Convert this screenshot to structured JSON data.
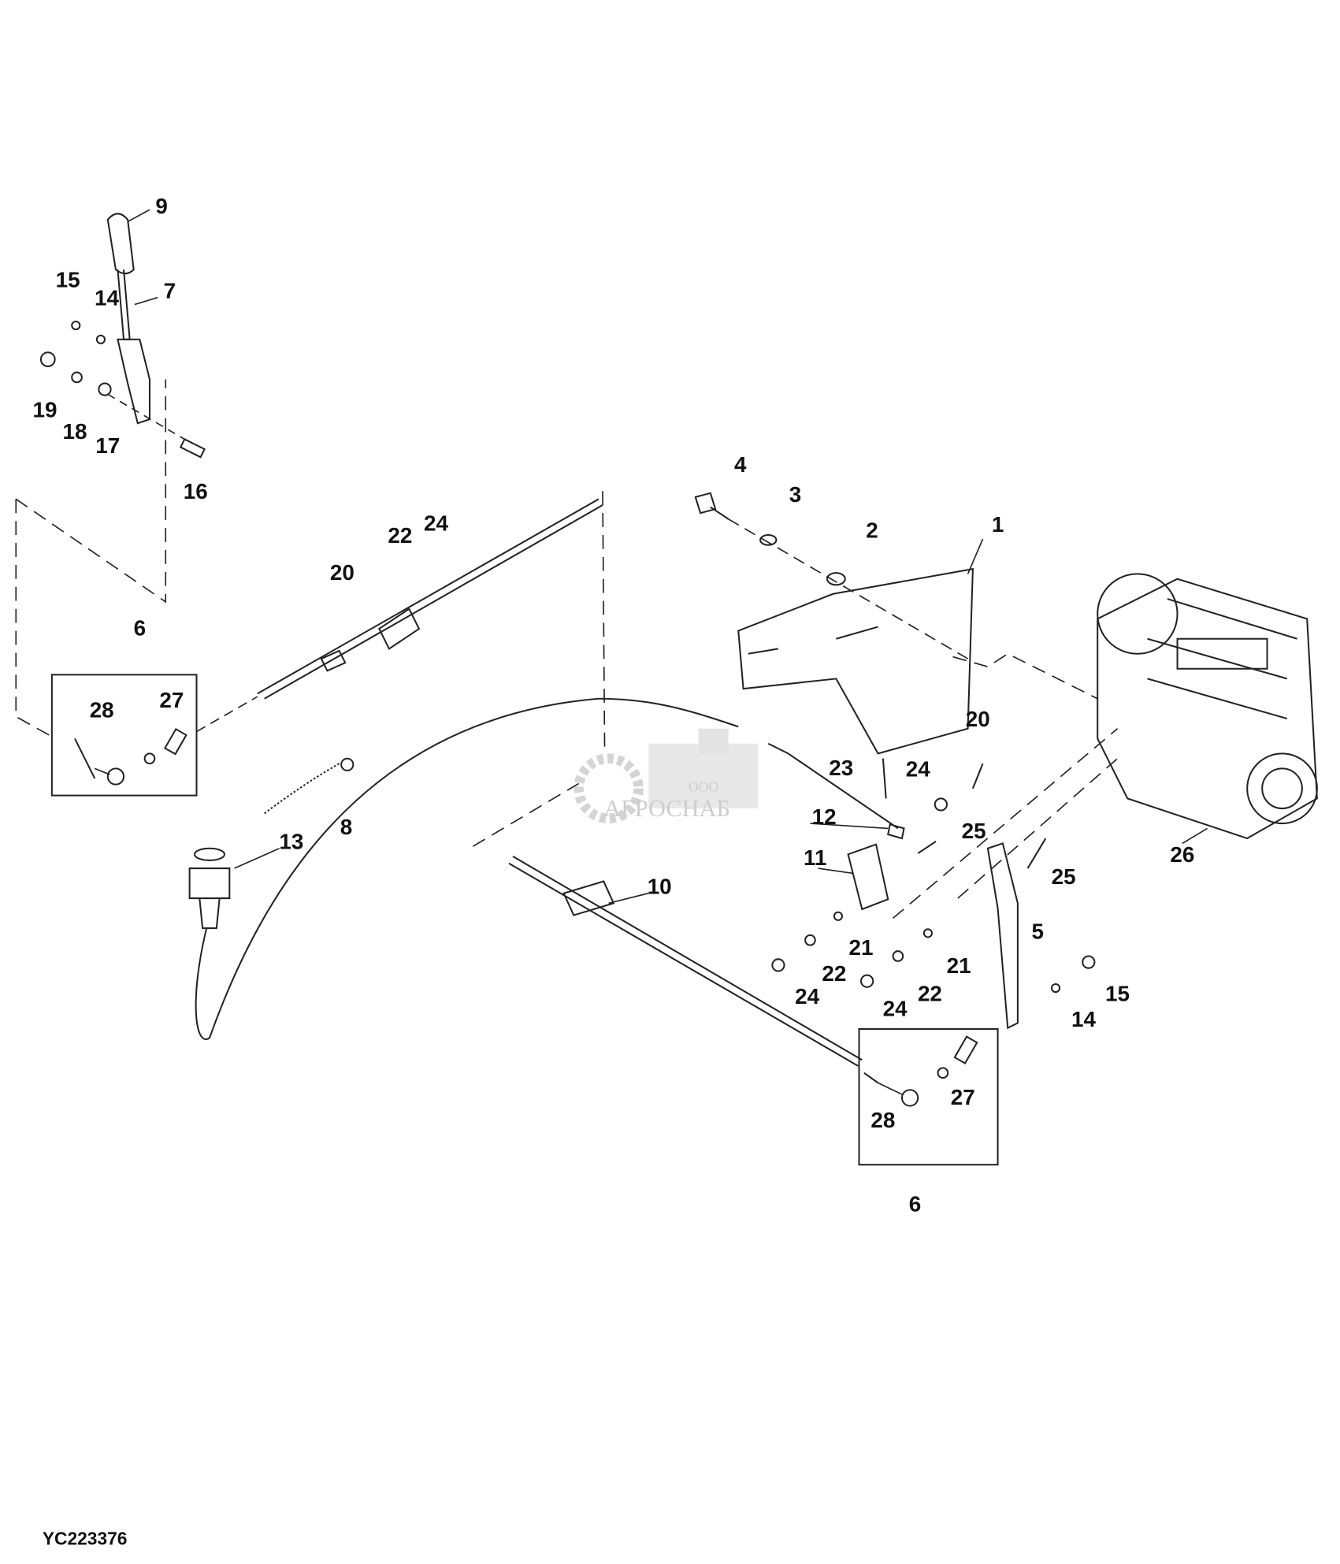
{
  "figure_id": "YC223376",
  "watermark": {
    "line1": "ООО",
    "line2": "АГРОСНАБ"
  },
  "callouts": [
    "9",
    "7",
    "15",
    "14",
    "19",
    "18",
    "17",
    "16",
    "6",
    "28",
    "27",
    "20",
    "22",
    "24",
    "8",
    "13",
    "10",
    "4",
    "3",
    "2",
    "1",
    "20",
    "23",
    "24",
    "12",
    "25",
    "11",
    "25",
    "26",
    "5",
    "21",
    "22",
    "24",
    "21",
    "22",
    "24",
    "15",
    "14",
    "27",
    "28",
    "6"
  ]
}
